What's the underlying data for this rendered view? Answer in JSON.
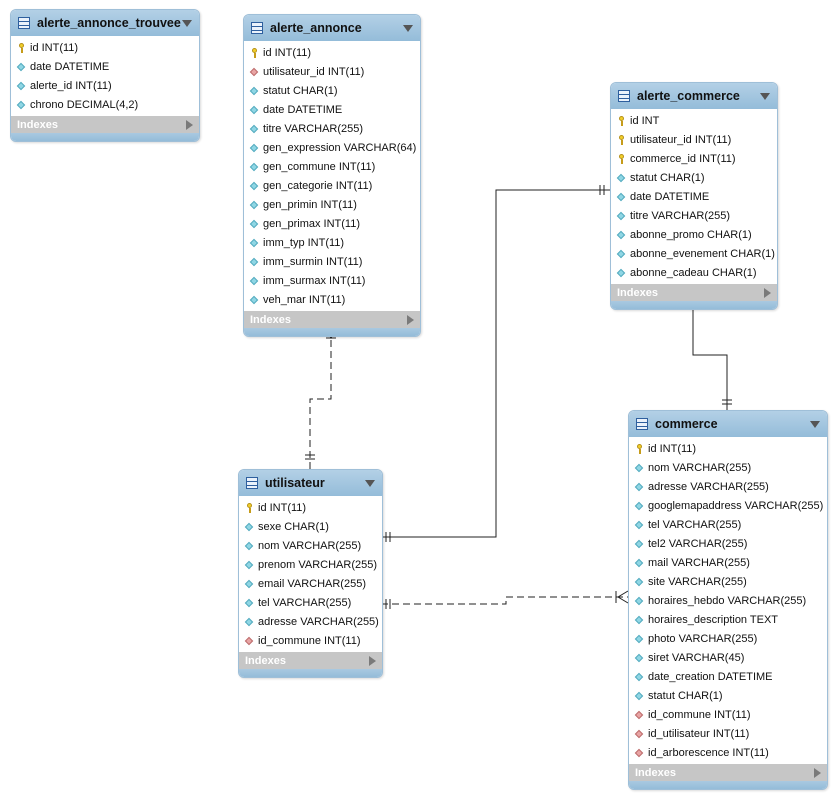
{
  "tables": {
    "alerte_annonce_trouvee": {
      "title": "alerte_annonce_trouvee",
      "indexes_label": "Indexes",
      "columns": [
        {
          "icon": "primary-key-icon",
          "text": "id INT(11)"
        },
        {
          "icon": "column-icon",
          "text": "date DATETIME"
        },
        {
          "icon": "column-icon",
          "text": "alerte_id INT(11)"
        },
        {
          "icon": "column-icon",
          "text": "chrono DECIMAL(4,2)"
        }
      ]
    },
    "alerte_annonce": {
      "title": "alerte_annonce",
      "indexes_label": "Indexes",
      "columns": [
        {
          "icon": "primary-key-icon",
          "text": "id INT(11)"
        },
        {
          "icon": "foreign-key-icon",
          "text": "utilisateur_id INT(11)"
        },
        {
          "icon": "column-icon",
          "text": "statut CHAR(1)"
        },
        {
          "icon": "column-icon",
          "text": "date DATETIME"
        },
        {
          "icon": "column-icon",
          "text": "titre VARCHAR(255)"
        },
        {
          "icon": "column-icon",
          "text": "gen_expression VARCHAR(64)"
        },
        {
          "icon": "column-icon",
          "text": "gen_commune INT(11)"
        },
        {
          "icon": "column-icon",
          "text": "gen_categorie INT(11)"
        },
        {
          "icon": "column-icon",
          "text": "gen_primin INT(11)"
        },
        {
          "icon": "column-icon",
          "text": "gen_primax INT(11)"
        },
        {
          "icon": "column-icon",
          "text": "imm_typ INT(11)"
        },
        {
          "icon": "column-icon",
          "text": "imm_surmin INT(11)"
        },
        {
          "icon": "column-icon",
          "text": "imm_surmax INT(11)"
        },
        {
          "icon": "column-icon",
          "text": "veh_mar INT(11)"
        }
      ]
    },
    "alerte_commerce": {
      "title": "alerte_commerce",
      "indexes_label": "Indexes",
      "columns": [
        {
          "icon": "primary-key-icon",
          "text": "id INT"
        },
        {
          "icon": "primary-key-icon",
          "text": "utilisateur_id INT(11)"
        },
        {
          "icon": "primary-key-icon",
          "text": "commerce_id INT(11)"
        },
        {
          "icon": "column-icon",
          "text": "statut CHAR(1)"
        },
        {
          "icon": "column-icon",
          "text": "date DATETIME"
        },
        {
          "icon": "column-icon",
          "text": "titre VARCHAR(255)"
        },
        {
          "icon": "column-icon",
          "text": "abonne_promo CHAR(1)"
        },
        {
          "icon": "column-icon",
          "text": "abonne_evenement CHAR(1)"
        },
        {
          "icon": "column-icon",
          "text": "abonne_cadeau CHAR(1)"
        }
      ]
    },
    "utilisateur": {
      "title": "utilisateur",
      "indexes_label": "Indexes",
      "columns": [
        {
          "icon": "primary-key-icon",
          "text": "id INT(11)"
        },
        {
          "icon": "column-icon",
          "text": "sexe CHAR(1)"
        },
        {
          "icon": "column-icon",
          "text": "nom VARCHAR(255)"
        },
        {
          "icon": "column-icon",
          "text": "prenom VARCHAR(255)"
        },
        {
          "icon": "column-icon",
          "text": "email VARCHAR(255)"
        },
        {
          "icon": "column-icon",
          "text": "tel VARCHAR(255)"
        },
        {
          "icon": "column-icon",
          "text": "adresse VARCHAR(255)"
        },
        {
          "icon": "foreign-key-icon",
          "text": "id_commune INT(11)"
        }
      ]
    },
    "commerce": {
      "title": "commerce",
      "indexes_label": "Indexes",
      "columns": [
        {
          "icon": "primary-key-icon",
          "text": "id INT(11)"
        },
        {
          "icon": "column-icon",
          "text": "nom VARCHAR(255)"
        },
        {
          "icon": "column-icon",
          "text": "adresse VARCHAR(255)"
        },
        {
          "icon": "column-icon",
          "text": "googlemapaddress VARCHAR(255)"
        },
        {
          "icon": "column-icon",
          "text": "tel VARCHAR(255)"
        },
        {
          "icon": "column-icon",
          "text": "tel2 VARCHAR(255)"
        },
        {
          "icon": "column-icon",
          "text": "mail VARCHAR(255)"
        },
        {
          "icon": "column-icon",
          "text": "site VARCHAR(255)"
        },
        {
          "icon": "column-icon",
          "text": "horaires_hebdo VARCHAR(255)"
        },
        {
          "icon": "column-icon",
          "text": "horaires_description TEXT"
        },
        {
          "icon": "column-icon",
          "text": "photo VARCHAR(255)"
        },
        {
          "icon": "column-icon",
          "text": "siret VARCHAR(45)"
        },
        {
          "icon": "column-icon",
          "text": "date_creation DATETIME"
        },
        {
          "icon": "column-icon",
          "text": "statut CHAR(1)"
        },
        {
          "icon": "foreign-key-icon",
          "text": "id_commune INT(11)"
        },
        {
          "icon": "foreign-key-icon",
          "text": "id_utilisateur INT(11)"
        },
        {
          "icon": "foreign-key-icon",
          "text": "id_arborescence INT(11)"
        }
      ]
    }
  },
  "relationships": [
    {
      "from": "alerte_annonce",
      "to": "utilisateur",
      "identifying": false,
      "cardinality": "many-to-one"
    },
    {
      "from": "utilisateur",
      "to": "alerte_commerce",
      "identifying": true,
      "cardinality": "one-to-one"
    },
    {
      "from": "alerte_commerce",
      "to": "commerce",
      "identifying": true,
      "cardinality": "one-to-one"
    },
    {
      "from": "utilisateur",
      "to": "commerce",
      "identifying": false,
      "cardinality": "one-to-many"
    }
  ],
  "colors": {
    "header": "#94bcd9",
    "indexes_bar": "#c6c6c6",
    "connector": "#222222"
  }
}
